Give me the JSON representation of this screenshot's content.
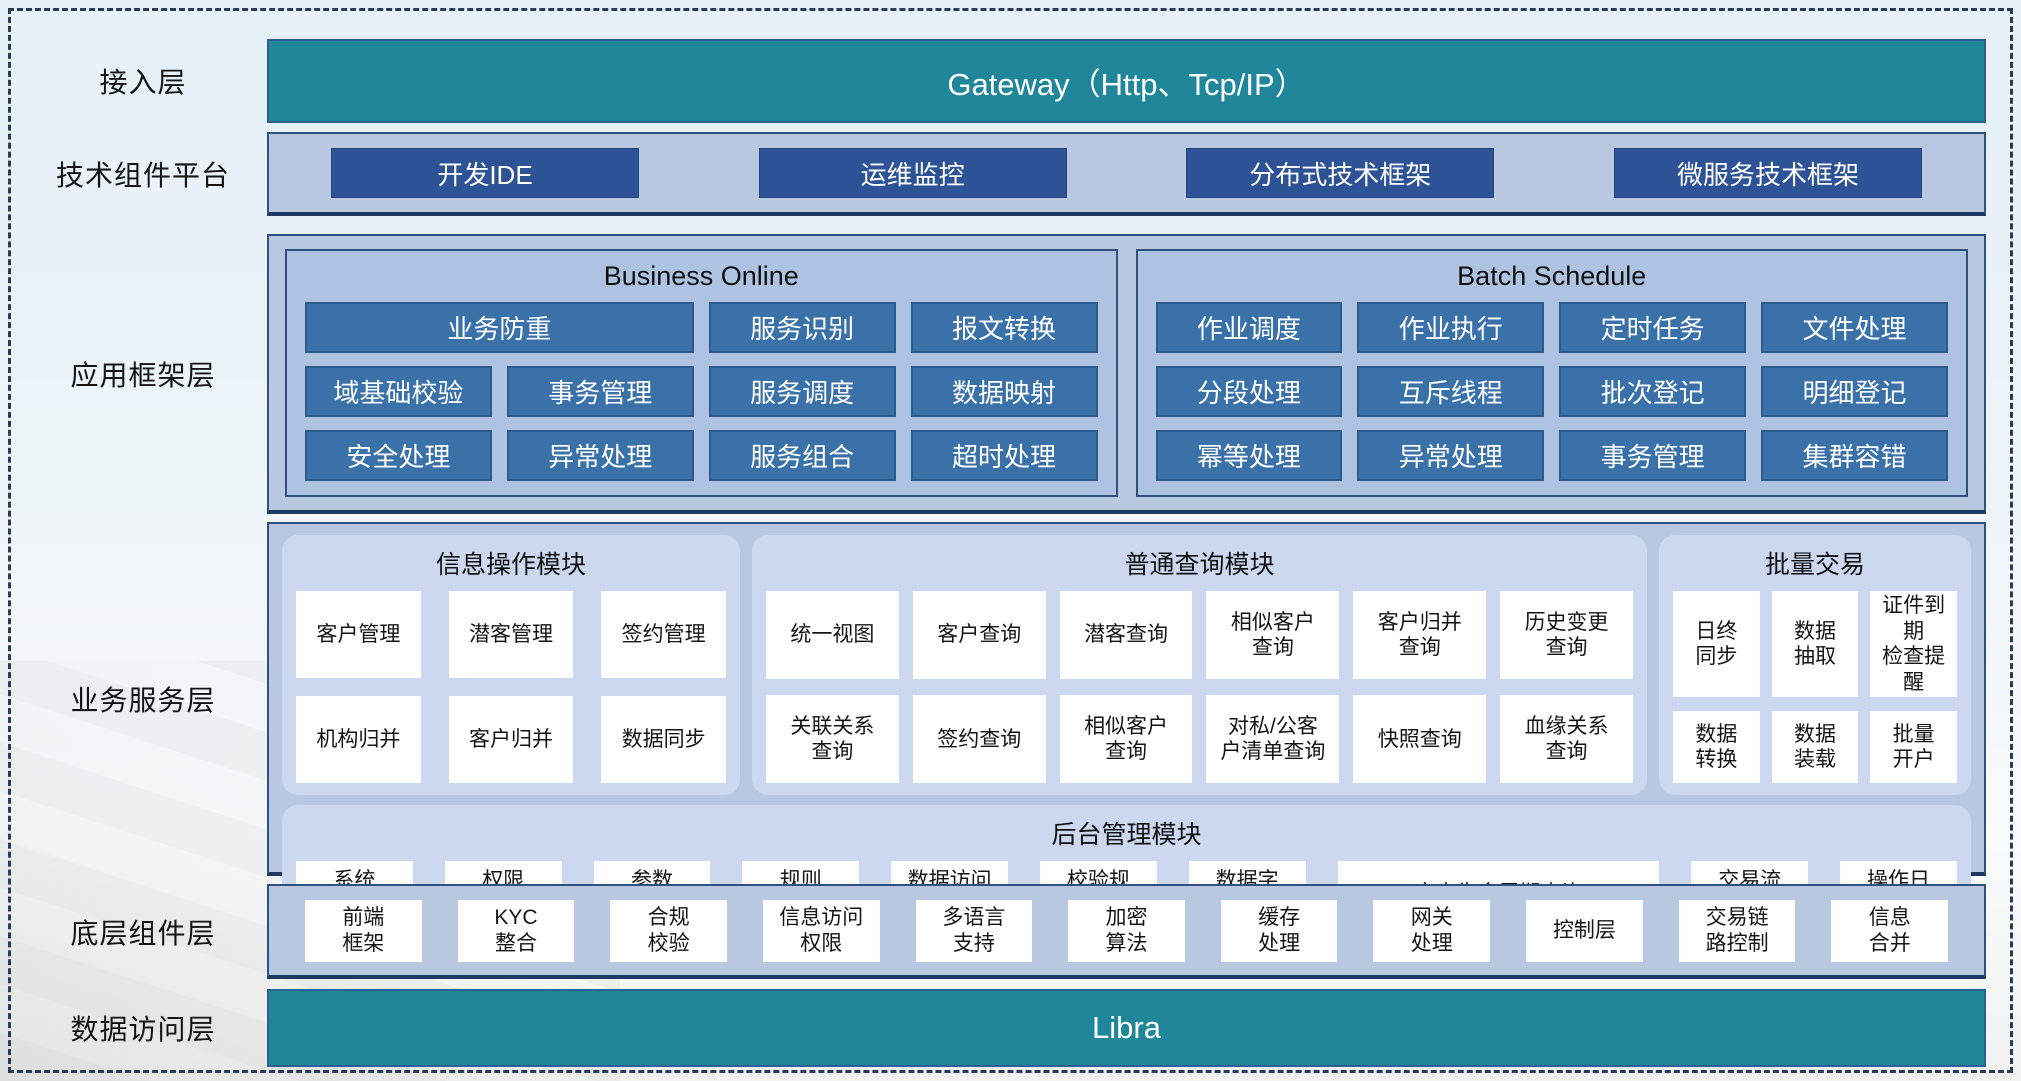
{
  "accessLayer": {
    "label": "接入层",
    "gateway": "Gateway（Http、Tcp/IP）"
  },
  "techPlatform": {
    "label": "技术组件平台",
    "buttons": [
      "开发IDE",
      "运维监控",
      "分布式技术框架",
      "微服务技术框架"
    ]
  },
  "appFramework": {
    "label": "应用框架层",
    "businessOnline": {
      "title": "Business Online",
      "cells": [
        "业务防重",
        "服务识别",
        "报文转换",
        "域基础校验",
        "事务管理",
        "服务调度",
        "数据映射",
        "安全处理",
        "异常处理",
        "服务组合",
        "超时处理"
      ]
    },
    "batchSchedule": {
      "title": "Batch Schedule",
      "cells": [
        "作业调度",
        "作业执行",
        "定时任务",
        "文件处理",
        "分段处理",
        "互斥线程",
        "批次登记",
        "明细登记",
        "幂等处理",
        "异常处理",
        "事务管理",
        "集群容错"
      ]
    }
  },
  "businessService": {
    "label": "业务服务层",
    "infoOps": {
      "title": "信息操作模块",
      "cells": [
        "客户管理",
        "潜客管理",
        "签约管理",
        "机构归并",
        "客户归并",
        "数据同步"
      ]
    },
    "query": {
      "title": "普通查询模块",
      "cells": [
        "统一视图",
        "客户查询",
        "潜客查询",
        "相似客户\n查询",
        "客户归并\n查询",
        "历史变更\n查询",
        "关联关系\n查询",
        "签约查询",
        "相似客户\n查询",
        "对私/公客\n户清单查询",
        "快照查询",
        "血缘关系\n查询"
      ]
    },
    "batchTrade": {
      "title": "批量交易",
      "cells": [
        "日终\n同步",
        "数据\n抽取",
        "证件到期\n检查提醒",
        "数据\n转换",
        "数据\n装载",
        "批量\n开户"
      ]
    },
    "admin": {
      "title": "后台管理模块",
      "cells": [
        "系统\n管理",
        "权限\n管理",
        "参数\n管理",
        "规则\n配置",
        "数据访问\n控制",
        "校验规\n则管理",
        "数据字\n典管理",
        "客户生命周期查询",
        "交易流\n水查询",
        "操作日\n志查询"
      ]
    }
  },
  "baseComponents": {
    "label": "底层组件层",
    "cells": [
      "前端\n框架",
      "KYC\n整合",
      "合规\n校验",
      "信息访问\n权限",
      "多语言\n支持",
      "加密\n算法",
      "缓存\n处理",
      "网关\n处理",
      "控制层",
      "交易链\n路控制",
      "信息\n合并"
    ]
  },
  "dataAccess": {
    "label": "数据访问层",
    "content": "Libra"
  },
  "colors": {
    "teal": "#20879b",
    "darkButton": "#2d5295",
    "midButton": "#3b71a9",
    "panel": "#b8c8e0",
    "subPanel": "#aec3e1",
    "roundPanel": "#ccd8f0",
    "border": "#30517f"
  }
}
